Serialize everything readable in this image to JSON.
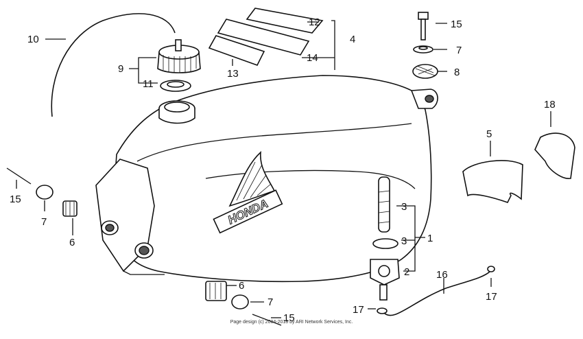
{
  "diagram": {
    "callouts": {
      "c1": "1",
      "c2": "2",
      "c3a": "3",
      "c3b": "3",
      "c4": "4",
      "c5": "5",
      "c6a": "6",
      "c6b": "6",
      "c7a": "7",
      "c7b": "7",
      "c7c": "7",
      "c8": "8",
      "c9": "9",
      "c10": "10",
      "c11": "11",
      "c12": "12",
      "c13": "13",
      "c14": "14",
      "c15a": "15",
      "c15b": "15",
      "c15c": "15",
      "c16": "16",
      "c17a": "17",
      "c17b": "17",
      "c18": "18"
    },
    "tank_logo_text": "HONDA",
    "copyright": "Page design (c) 2004-2018 by ARI Network Services, Inc."
  },
  "colors": {
    "ink": "#111111",
    "paper": "#ffffff"
  }
}
